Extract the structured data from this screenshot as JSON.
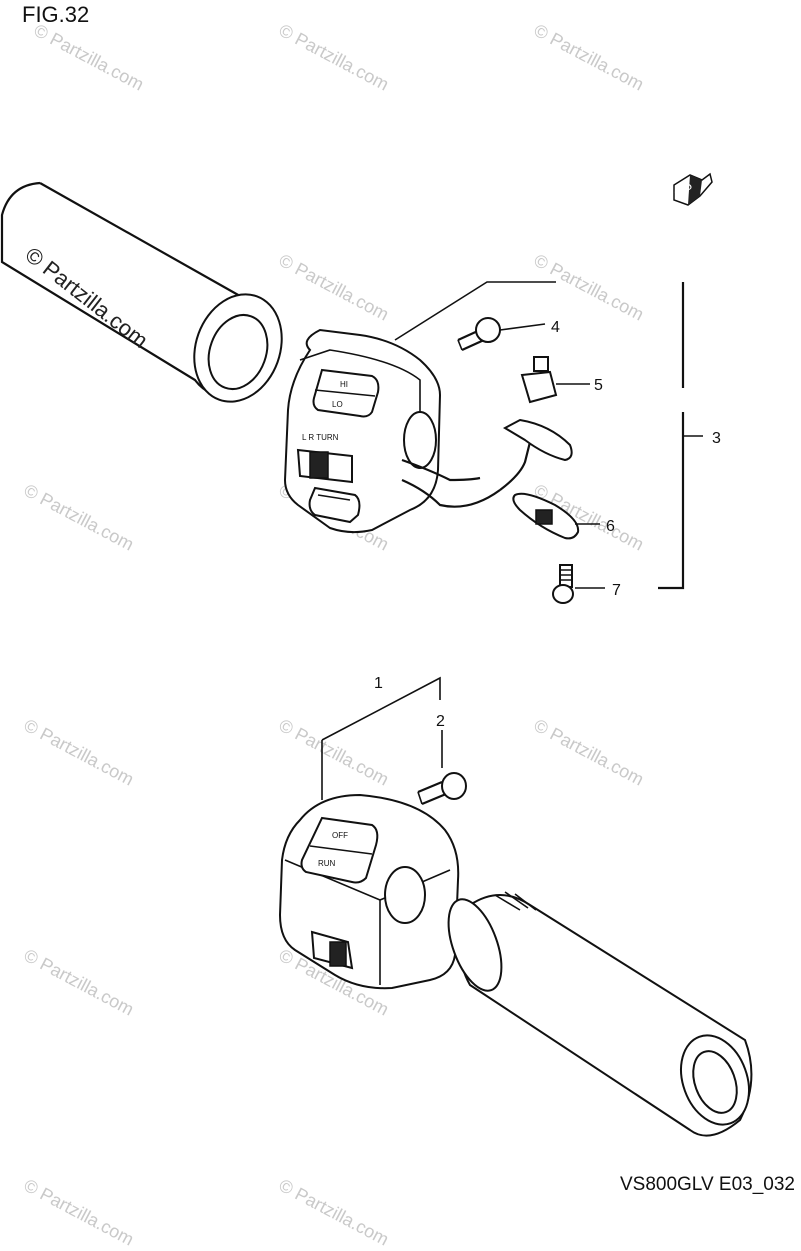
{
  "figure": {
    "title": "FIG.32",
    "drawing_code": "VS800GLV E03_032"
  },
  "callouts": [
    {
      "id": "1",
      "label": "1"
    },
    {
      "id": "2",
      "label": "2"
    },
    {
      "id": "3",
      "label": "3"
    },
    {
      "id": "4",
      "label": "4"
    },
    {
      "id": "5",
      "label": "5"
    },
    {
      "id": "6",
      "label": "6"
    },
    {
      "id": "7",
      "label": "7"
    }
  ],
  "switch_labels": {
    "upper_hi": "HI",
    "upper_lo": "LO",
    "upper_turn": "L  R  TURN",
    "lower_off": "OFF",
    "lower_run": "RUN"
  },
  "badge": {
    "fwd": "FWD"
  },
  "watermark": {
    "text": "© Partzilla.com",
    "big_text": "© Partzilla.com"
  }
}
